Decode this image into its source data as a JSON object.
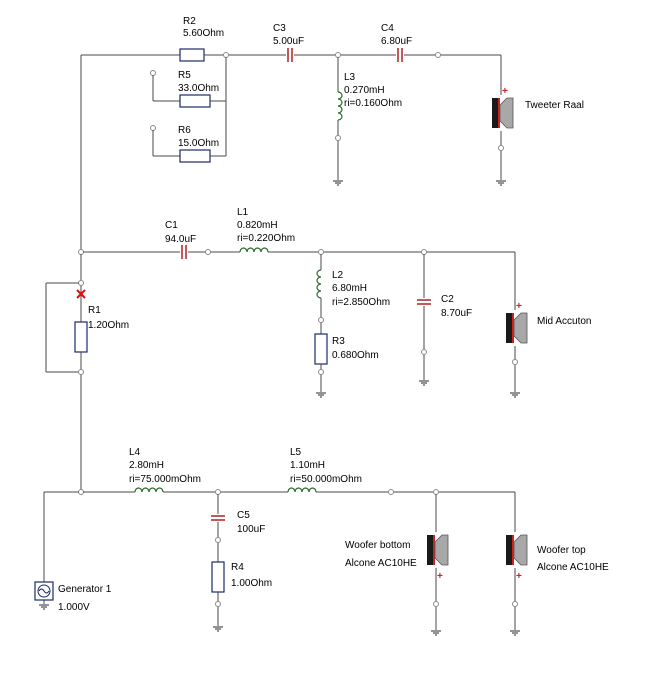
{
  "components": {
    "R2": {
      "name": "R2",
      "value": "5.60Ohm"
    },
    "C3": {
      "name": "C3",
      "value": "5.00uF"
    },
    "C4": {
      "name": "C4",
      "value": "6.80uF"
    },
    "R5": {
      "name": "R5",
      "value": "33.0Ohm"
    },
    "R6": {
      "name": "R6",
      "value": "15.0Ohm"
    },
    "L3": {
      "name": "L3",
      "value": "0.270mH",
      "ri": "ri=0.160Ohm"
    },
    "C1": {
      "name": "C1",
      "value": "94.0uF"
    },
    "L1": {
      "name": "L1",
      "value": "0.820mH",
      "ri": "ri=0.220Ohm"
    },
    "L2": {
      "name": "L2",
      "value": "6.80mH",
      "ri": "ri=2.850Ohm"
    },
    "C2": {
      "name": "C2",
      "value": "8.70uF"
    },
    "R3": {
      "name": "R3",
      "value": "0.680Ohm"
    },
    "R1": {
      "name": "R1",
      "value": "1.20Ohm"
    },
    "L4": {
      "name": "L4",
      "value": "2.80mH",
      "ri": "ri=75.000mOhm"
    },
    "L5": {
      "name": "L5",
      "value": "1.10mH",
      "ri": "ri=50.000mOhm"
    },
    "C5": {
      "name": "C5",
      "value": "100uF"
    },
    "R4": {
      "name": "R4",
      "value": "1.00Ohm"
    },
    "GEN": {
      "name": "Generator 1",
      "value": "1.000V"
    }
  },
  "speakers": {
    "tweeter": {
      "line1": "Tweeter Raal"
    },
    "mid": {
      "line1": "Mid Accuton"
    },
    "woofer_bottom": {
      "line1": "Woofer bottom",
      "line2": "Alcone AC10HE"
    },
    "woofer_top": {
      "line1": "Woofer top",
      "line2": "Alcone AC10HE"
    }
  },
  "colors": {
    "wire": "#4a4a4a",
    "capacitor": "#b02020",
    "inductor": "#2a6a2a",
    "resistor": "#1a2a6a",
    "open_marker": "#e01010"
  }
}
